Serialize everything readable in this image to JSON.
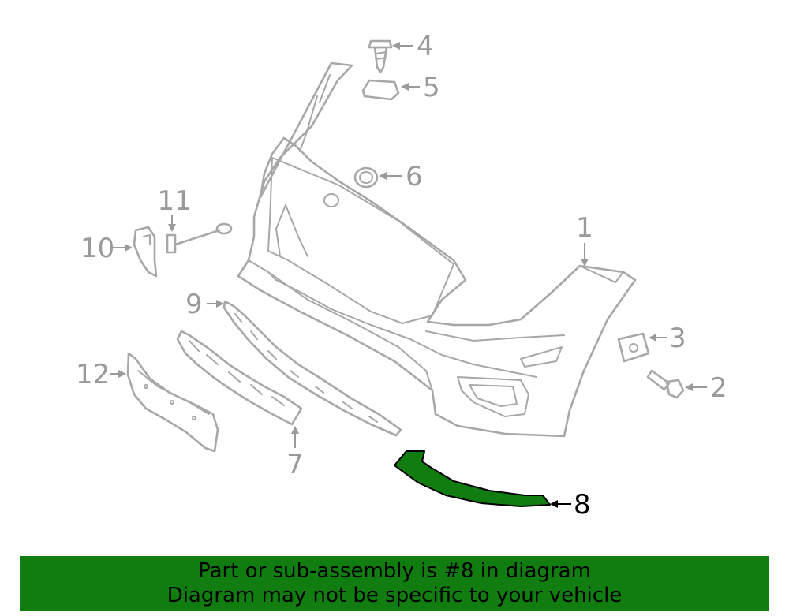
{
  "callouts": {
    "c1": "1",
    "c2": "2",
    "c3": "3",
    "c4": "4",
    "c5": "5",
    "c6": "6",
    "c7": "7",
    "c8": "8",
    "c9": "9",
    "c10": "10",
    "c11": "11",
    "c12": "12"
  },
  "highlighted_part": "8",
  "colors": {
    "highlight": "#117d11",
    "banner_bg": "#117d11",
    "line": "#a7a7a7"
  },
  "banner": {
    "line1": "Part or sub-assembly is #8 in diagram",
    "line2": "Diagram may not be specific to your vehicle"
  }
}
